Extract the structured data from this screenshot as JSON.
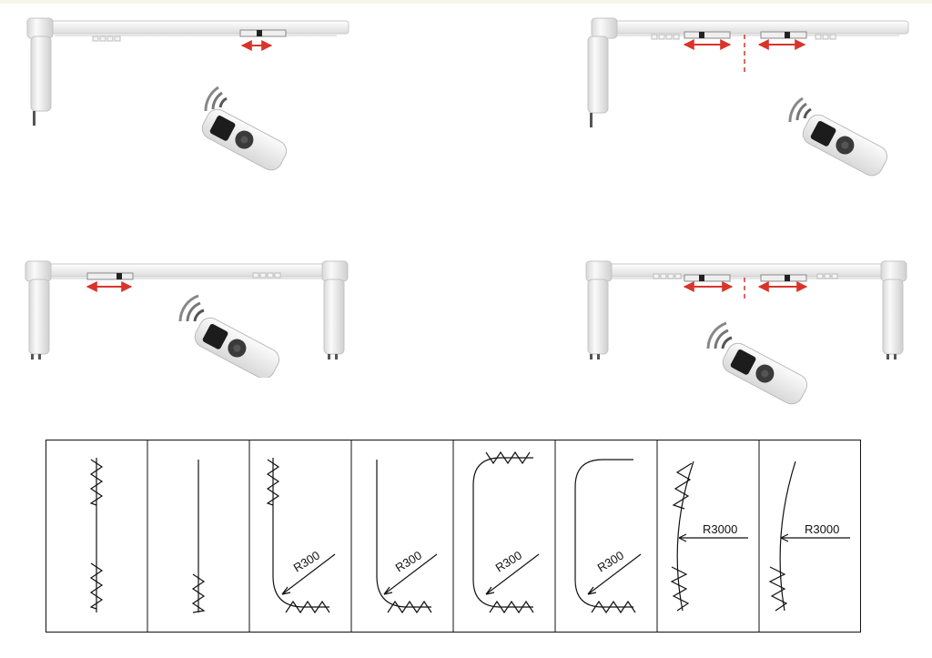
{
  "colors": {
    "arrow": "#d9342b",
    "rail": "#f4f4f4",
    "rail_edge": "#c9c9c9",
    "remote_body": "#f2f2f2",
    "remote_screen": "#1c1c1c",
    "line": "#111111"
  },
  "scenes": [
    {
      "id": "single-track-one-motor-left",
      "motor_positions": [
        "left"
      ],
      "arrows": 1,
      "split": false
    },
    {
      "id": "split-track-one-motor-left",
      "motor_positions": [
        "left"
      ],
      "arrows": 2,
      "split": true
    },
    {
      "id": "single-track-two-motors",
      "motor_positions": [
        "left",
        "right"
      ],
      "arrows": 1,
      "split": false
    },
    {
      "id": "split-track-two-motors",
      "motor_positions": [
        "left",
        "right"
      ],
      "arrows": 2,
      "split": true
    }
  ],
  "icons": [
    "remote-control-icon",
    "signal-waves-icon",
    "curtain-motor-icon",
    "double-arrow-icon"
  ],
  "track_shapes": {
    "radius_labels": [
      "R300",
      "R300",
      "R300",
      "R300",
      "R3000",
      "R3000"
    ],
    "panels": [
      {
        "shape": "straight",
        "curtain": true
      },
      {
        "shape": "straight",
        "curtain": false
      },
      {
        "shape": "l-bend",
        "curtain": true,
        "label": "R300"
      },
      {
        "shape": "l-bend",
        "curtain": false,
        "label": "R300"
      },
      {
        "shape": "u-bend",
        "curtain": true,
        "label": "R300"
      },
      {
        "shape": "u-bend",
        "curtain": false,
        "label": "R300"
      },
      {
        "shape": "arc",
        "curtain": true,
        "label": "R3000"
      },
      {
        "shape": "arc",
        "curtain": false,
        "label": "R3000"
      }
    ]
  }
}
